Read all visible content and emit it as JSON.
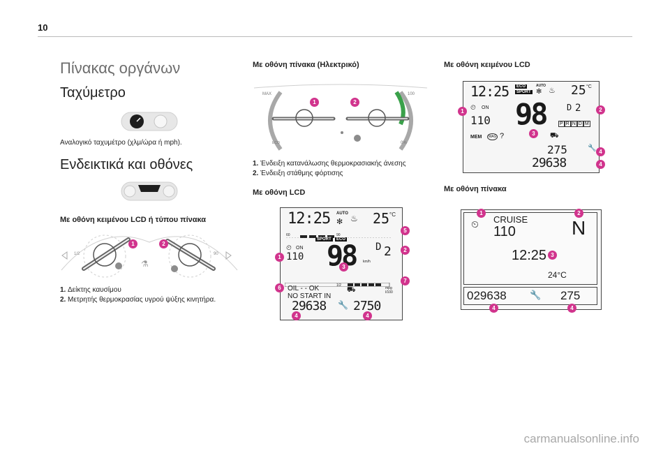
{
  "page_number": "10",
  "col1": {
    "title": "Πίνακας οργάνων",
    "speedo_heading": "Ταχύμετρο",
    "speedo_desc": "Αναλογικό ταχυμέτρο (χλμ/ώρα ή mph).",
    "displays_heading": "Ενδεικτικά και οθόνες",
    "lcd_or_panel_heading": "Με οθόνη κειμένου LCD ή τύπου πίνακα",
    "list": [
      {
        "num": "1.",
        "text": "Δείκτης καυσίμου"
      },
      {
        "num": "2.",
        "text": "Μετρητής θερμοκρασίας υγρού ψύξης κινητήρα."
      }
    ],
    "gauge_labels": {
      "left_low": "1/2",
      "right_low": "90"
    }
  },
  "col2": {
    "electric_heading": "Με οθόνη πίνακα (Ηλεκτρικό)",
    "electric_labels": {
      "max": "MAX",
      "hundred": "100",
      "eco": "ECO",
      "zero_pct": "0%"
    },
    "list": [
      {
        "num": "1.",
        "text": "Ένδειξη κατανάλωσης θερμοκρασιακής άνεσης"
      },
      {
        "num": "2.",
        "text": "Ένδειξη στάθμης φόρτισης"
      }
    ],
    "lcd_heading": "Με οθόνη LCD",
    "lcd": {
      "time": "12:25",
      "auto": "AUTO",
      "temp": "25",
      "temp_unit": "°C",
      "sport": "SPORT",
      "eco": "ECO",
      "speed": "98",
      "speed_unit": "km/h",
      "on": "ON",
      "cruise_value": "110",
      "gear": "D",
      "gear_num": "2",
      "msg1": "OIL - - OK",
      "msg2": "NO START IN",
      "odo": "29638",
      "trip": "2750",
      "scale_60": "60",
      "scale_90": "90",
      "half": "1/2",
      "mpg": "mpg",
      "l100": "l/100"
    }
  },
  "col3": {
    "lcd_text_heading": "Με οθόνη κειμένου LCD",
    "lcd_text": {
      "time": "12:25",
      "eco": "ECO",
      "sport": "SPORT",
      "auto": "AUTO",
      "temp": "25",
      "temp_unit": "°C",
      "on": "ON",
      "cruise_value": "110",
      "speed": "98",
      "gear": "D",
      "gear_num": "2",
      "prndm": [
        "P",
        "R",
        "N",
        "D",
        "M"
      ],
      "mem": "MEM",
      "mag": "MAG",
      "q": "?",
      "trip": "275",
      "odo": "29638"
    },
    "panel_heading": "Με οθόνη πίνακα",
    "panel": {
      "cruise": "CRUISE",
      "cruise_value": "110",
      "gear": "N",
      "time": "12:25",
      "temp": "24°C",
      "odo": "029638",
      "trip": "275"
    }
  },
  "badges": {
    "b1": "1",
    "b2": "2",
    "b3": "3",
    "b4": "4",
    "b5": "5",
    "b6": "6",
    "b7": "7"
  },
  "watermark": "carmanualsonline.info",
  "colors": {
    "badge": "#d1348d",
    "heading_grey": "#6d6d6d",
    "lcd_bg": "#f6f6f6"
  }
}
